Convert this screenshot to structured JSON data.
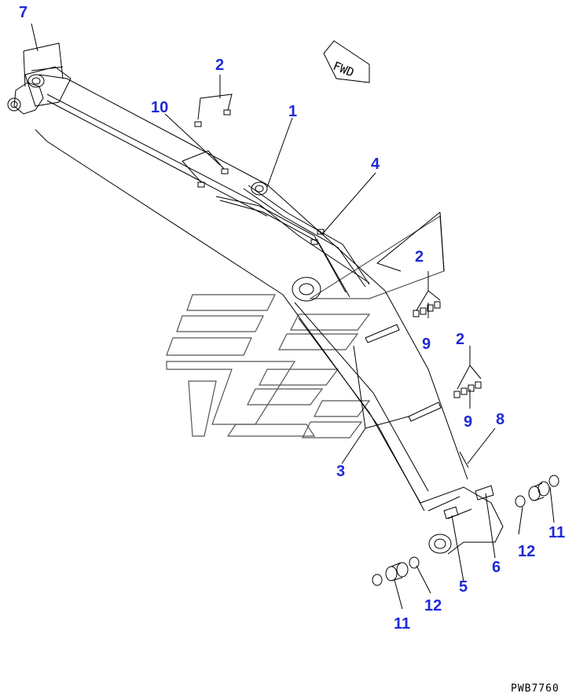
{
  "orientation": {
    "label": "FWD"
  },
  "figure_code": "PWB7760",
  "callouts": [
    {
      "id": "c7",
      "label": "7"
    },
    {
      "id": "c2a",
      "label": "2"
    },
    {
      "id": "c10",
      "label": "10"
    },
    {
      "id": "c1",
      "label": "1"
    },
    {
      "id": "c4",
      "label": "4"
    },
    {
      "id": "c2b",
      "label": "2"
    },
    {
      "id": "c9a",
      "label": "9"
    },
    {
      "id": "c2c",
      "label": "2"
    },
    {
      "id": "c9b",
      "label": "9"
    },
    {
      "id": "c8",
      "label": "8"
    },
    {
      "id": "c3",
      "label": "3"
    },
    {
      "id": "c11a",
      "label": "11"
    },
    {
      "id": "c12a",
      "label": "12"
    },
    {
      "id": "c6",
      "label": "6"
    },
    {
      "id": "c5",
      "label": "5"
    },
    {
      "id": "c12b",
      "label": "12"
    },
    {
      "id": "c11b",
      "label": "11"
    }
  ],
  "colors": {
    "callout": "#1f2ad6",
    "line": "#000000",
    "watermark": "#555555"
  }
}
